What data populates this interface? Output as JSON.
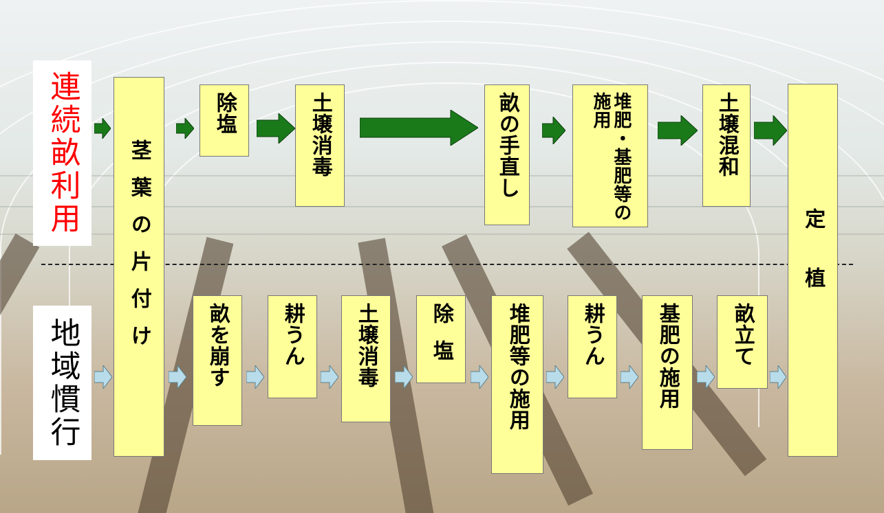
{
  "rows": {
    "top_label": "連続畝利用",
    "bottom_label": "地域慣行"
  },
  "steps": {
    "shared_first": "茎葉の片付け",
    "final": "定植",
    "top": [
      "除塩",
      "土壌消毒",
      "畝の手直し",
      "堆肥・基肥等の施用",
      "土壌混和"
    ],
    "bottom": [
      "畝を崩す",
      "耕うん",
      "土壌消毒",
      "除塩",
      "堆肥等の施用",
      "耕うん",
      "基肥の施用",
      "畝立て"
    ]
  },
  "colors": {
    "top_label_text": "#ff0000",
    "bottom_label_text": "#000000",
    "box_fill": "#ffff99",
    "top_arrow": "#1a7a1a",
    "bottom_arrow": "#b8dcea"
  }
}
